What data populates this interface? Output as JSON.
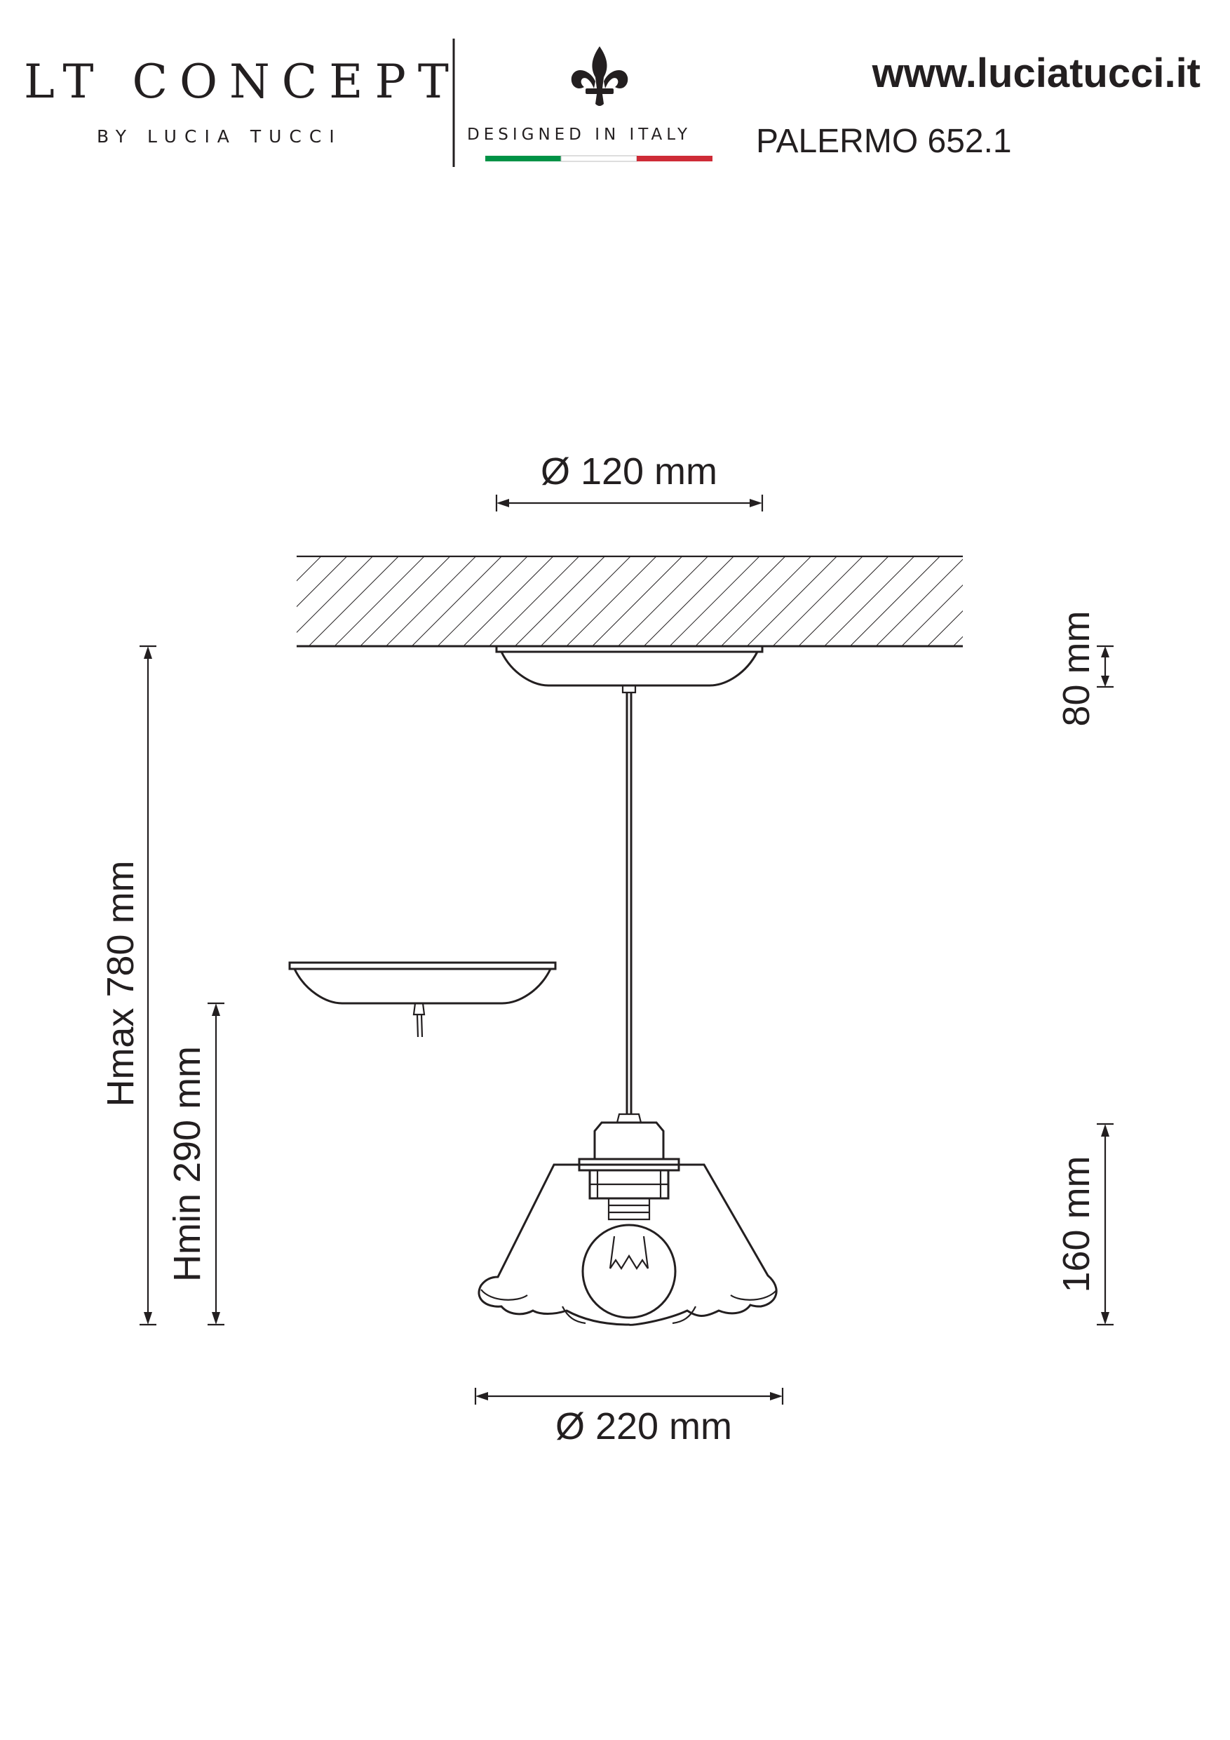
{
  "header": {
    "brand_name": "LT CONCEPT",
    "brand_subtitle": "BY LUCIA TUCCI",
    "designed_in": "DESIGNED IN ITALY",
    "website": "www.luciatucci.it",
    "model": "PALERMO 652.1",
    "flag_colors": [
      "#009246",
      "#ffffff",
      "#ce2b37"
    ]
  },
  "dimensions": {
    "canopy_diameter": "Ø 120 mm",
    "canopy_height": "80 mm",
    "height_max": "Hmax 780 mm",
    "height_min": "Hmin 290 mm",
    "shade_height": "160 mm",
    "shade_diameter": "Ø 220 mm"
  },
  "colors": {
    "ink": "#231f20"
  },
  "icons": {
    "logo": "fleur-de-lis-icon"
  }
}
